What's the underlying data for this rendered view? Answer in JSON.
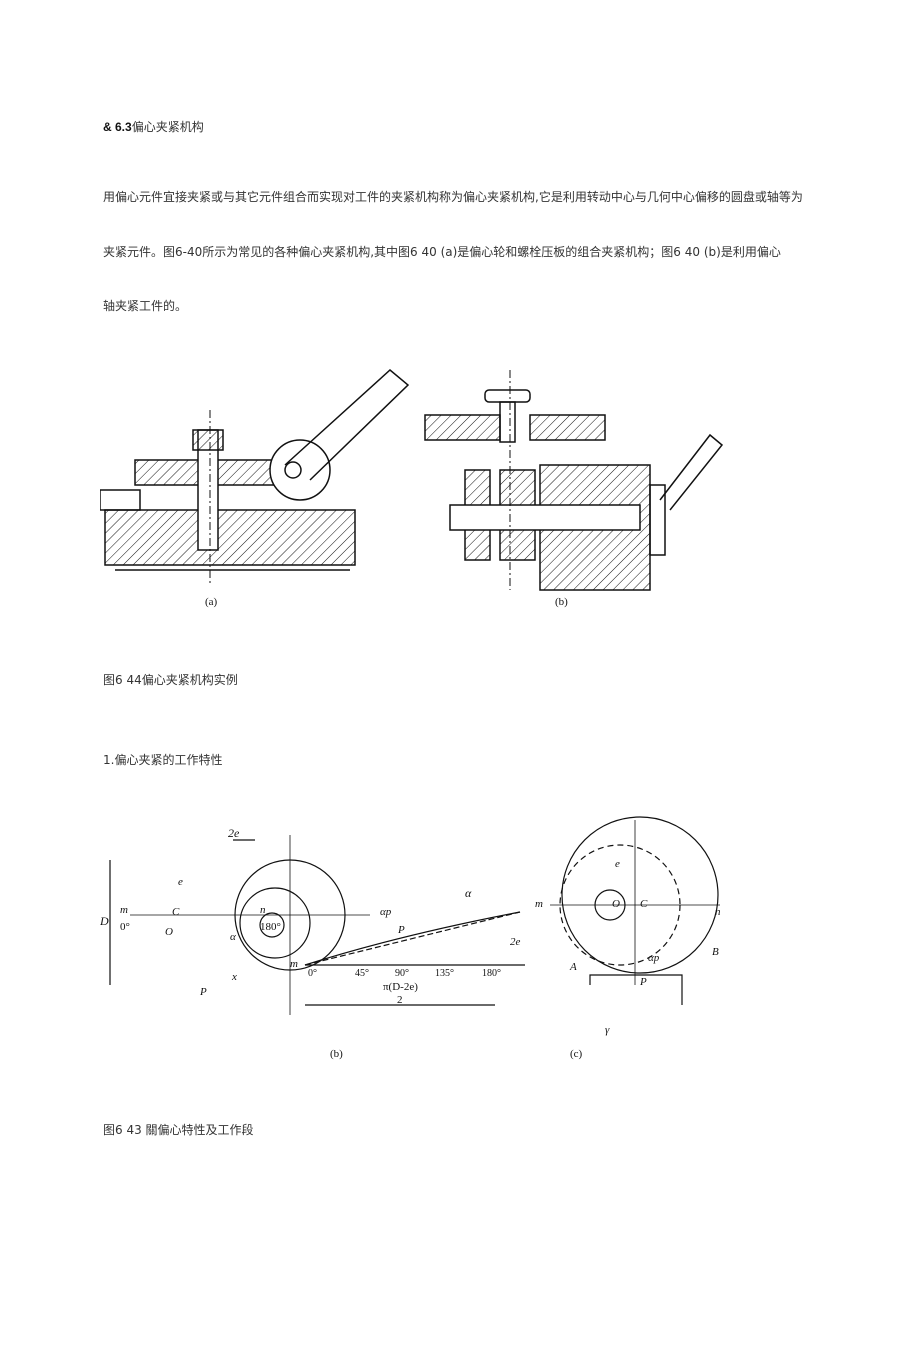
{
  "section": {
    "number": "& 6.3",
    "title": "偏心夹紧机构"
  },
  "paragraph": [
    "用偏心元件宜接夹紧或与其它元件组合而实现对工件的夹紧机构称为偏心夹紧机构,它是利用转动中心与几何中心偏移的圆盘或轴等为",
    "夹紧元件。图6-40所示为常见的各种偏心夹紧机构,其中图6 40 (a)是偏心轮和螺栓压板的组合夹紧机构；图6 40 (b)是利用偏心",
    "轴夹紧工件的。"
  ],
  "figure1": {
    "label_a": "(a)",
    "label_b": "(b)",
    "caption": "图6 44偏心夹紧机构实例"
  },
  "subsection": "1.偏心夹紧的工作特性",
  "figure2": {
    "a": {
      "top": "2e",
      "d": "D",
      "m": "m",
      "zero": "0°",
      "n": "n",
      "deg180": "180°",
      "o": "O",
      "c": "C",
      "p": "P",
      "x": "x",
      "e": "e",
      "alpha": "α"
    },
    "b": {
      "m": "m",
      "ticks": [
        "0°",
        "45°",
        "90°",
        "135°",
        "180°"
      ],
      "alpha": "α",
      "alpha_p": "αp",
      "p": "P",
      "two_e": "2e",
      "formula": "π(D-2e)",
      "denominator": "2",
      "label": "(b)"
    },
    "c": {
      "m": "m",
      "n": "n",
      "e": "e",
      "o": "O",
      "c": "C",
      "a": "A",
      "b": "B",
      "p": "P",
      "alpha_p": "αp",
      "gamma": "γ",
      "label": "(c)"
    },
    "caption": "图6 43 關偏心特性及工作段"
  }
}
